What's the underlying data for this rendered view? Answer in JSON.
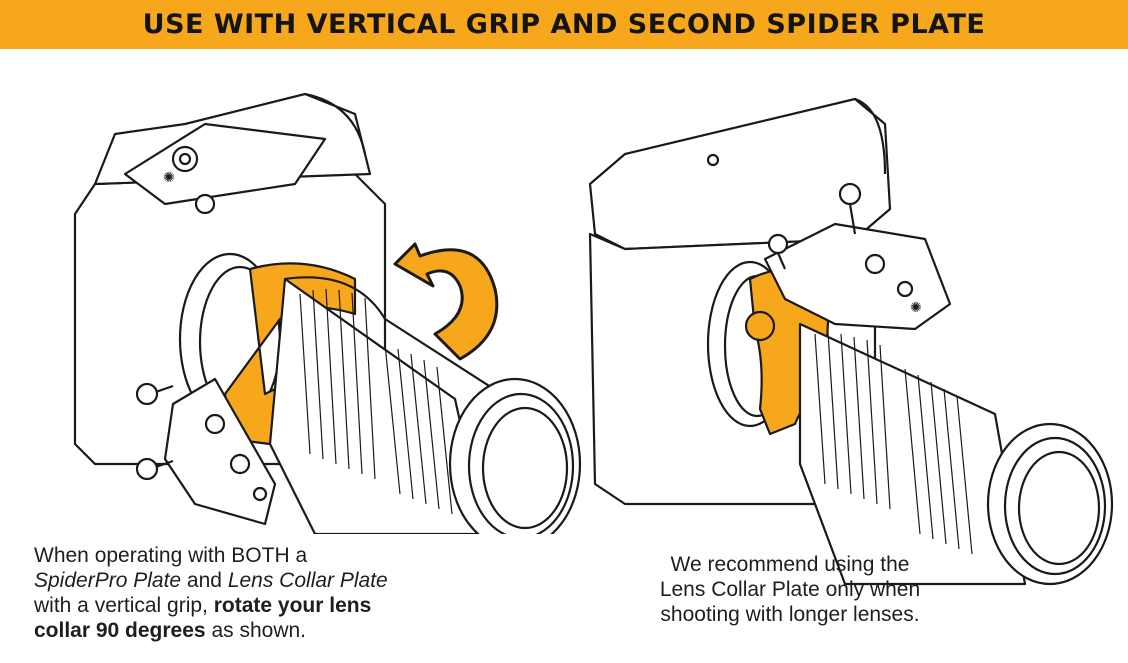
{
  "banner": {
    "title": "USE WITH VERTICAL GRIP AND SECOND SPIDER PLATE",
    "color": "#f6a71b"
  },
  "colors": {
    "accent": "#f6a71b",
    "line_art": "#1a1a1a"
  },
  "left_panel": {
    "illustration": "camera-vertical-grip-rotated-lens-collar-illustration",
    "caption": {
      "line1": "When operating with BOTH a",
      "line2_em1": "SpiderPro Plate",
      "line2_mid": " and ",
      "line2_em2": "Lens Collar Plate",
      "line3_text": "with a vertical grip, ",
      "line3_bold": "rotate your lens",
      "line4_bold": "collar 90 degrees",
      "line4_text": " as shown."
    }
  },
  "right_panel": {
    "illustration": "camera-vertical-grip-lens-collar-plate-illustration",
    "caption": {
      "line1": "We recommend using the",
      "line2": "Lens Collar Plate only when",
      "line3": "shooting with longer lenses."
    }
  }
}
